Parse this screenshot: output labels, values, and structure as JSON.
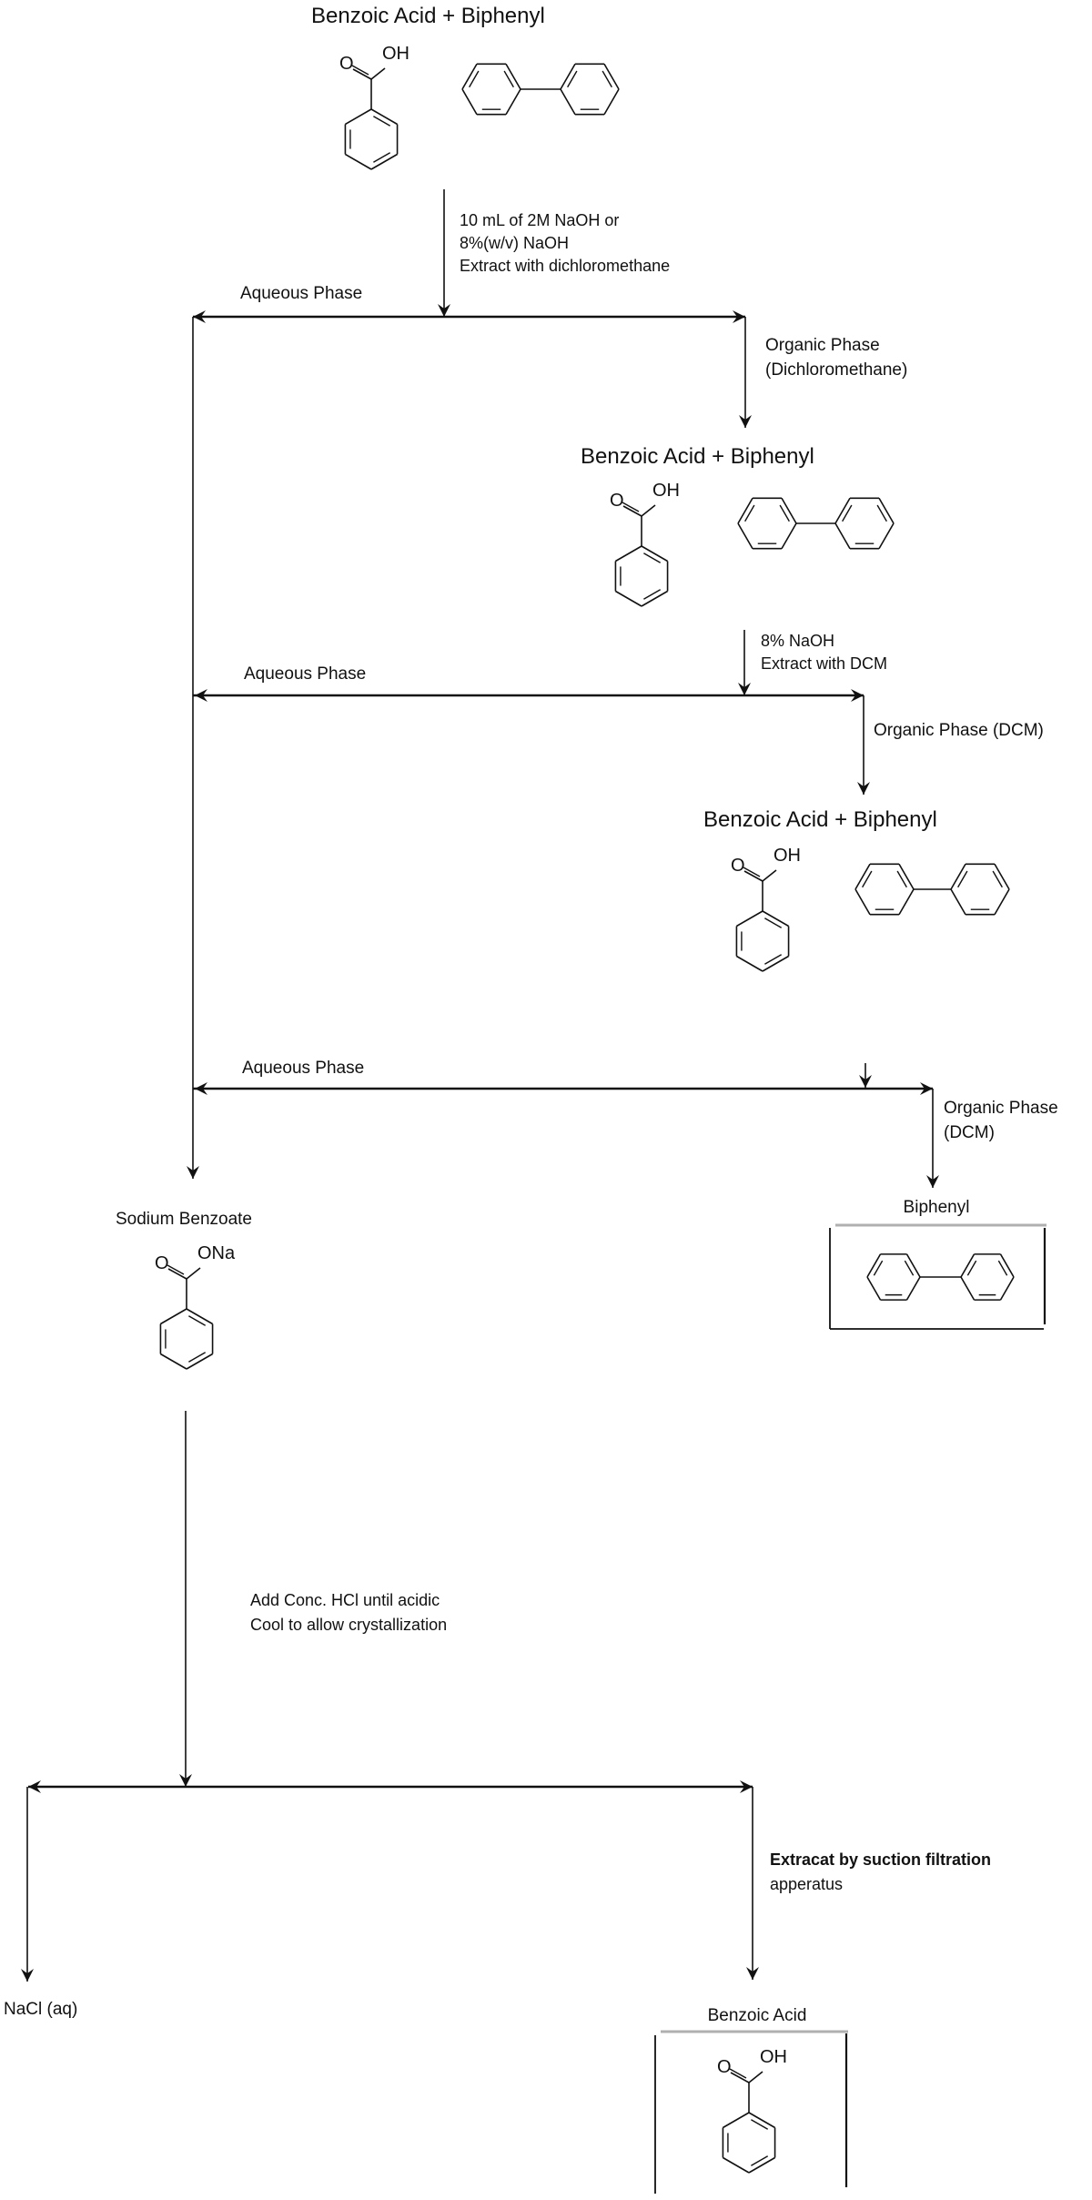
{
  "diagram": {
    "title": "Benzoic acid / biphenyl separation flowchart",
    "start": {
      "label": "Benzoic Acid  +  Biphenyl",
      "compounds": [
        "benzoic-acid",
        "biphenyl"
      ]
    },
    "step1": {
      "reagent_lines": [
        "10 mL of 2M NaOH or",
        "8%(w/v) NaOH",
        "Extract with dichloromethane"
      ],
      "aqueous_label": "Aqueous Phase",
      "organic_lines": [
        "Organic Phase",
        "(Dichloromethane)"
      ],
      "result_label": "Benzoic Acid  +  Biphenyl"
    },
    "step2": {
      "reagent_lines": [
        "8% NaOH",
        "Extract with DCM"
      ],
      "aqueous_label": "Aqueous Phase",
      "organic_lines": [
        "Organic Phase (DCM)"
      ],
      "result_label": "Benzoic Acid  +  Biphenyl"
    },
    "step3": {
      "aqueous_label": "Aqueous Phase",
      "organic_lines": [
        "Organic Phase",
        "(DCM)"
      ],
      "organic_product": "Biphenyl"
    },
    "aqueous_product": {
      "label": "Sodium Benzoate",
      "substituent": "ONa"
    },
    "acidify": {
      "lines": [
        "Add Conc. HCl until acidic",
        "Cool to allow crystallization"
      ]
    },
    "filtration": {
      "lines": [
        "Extracat by suction filtration",
        "apperatus"
      ],
      "filtrate": "NaCl (aq)",
      "product": "Benzoic Acid"
    },
    "atoms": {
      "carbonyl_o": "O",
      "hydroxyl": "OH",
      "sodium_salt": "ONa"
    },
    "colors": {
      "line": "#111111",
      "box_shadow": "#b0b0b0",
      "background": "#ffffff"
    }
  }
}
